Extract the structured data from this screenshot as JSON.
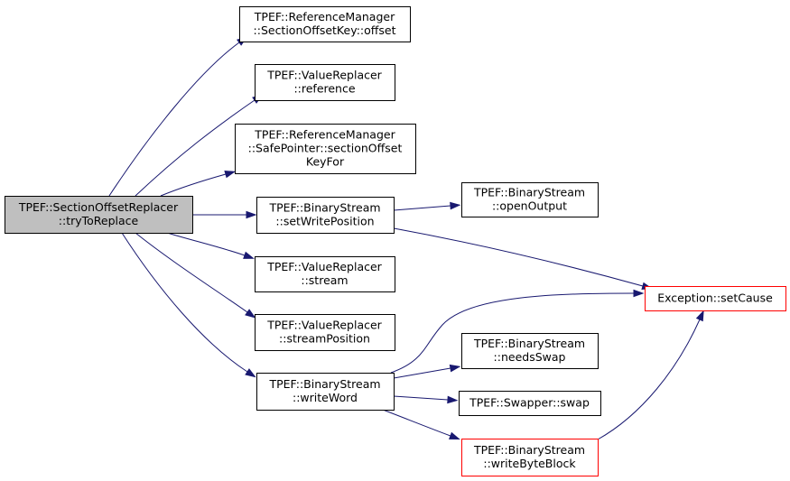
{
  "graph": {
    "colors": {
      "root_fill": "#bfbfbf",
      "node_fill": "#ffffff",
      "node_border": "#000000",
      "highlight_border": "#ff0000",
      "edge": "#191970"
    },
    "nodes": [
      {
        "id": "root",
        "kind": "root",
        "lines": [
          "TPEF::SectionOffsetReplacer",
          "::tryToReplace"
        ]
      },
      {
        "id": "offset",
        "kind": "normal",
        "lines": [
          "TPEF::ReferenceManager",
          "::SectionOffsetKey::offset"
        ]
      },
      {
        "id": "reference",
        "kind": "normal",
        "lines": [
          "TPEF::ValueReplacer",
          "::reference"
        ]
      },
      {
        "id": "sectionOffsetKeyFor",
        "kind": "normal",
        "lines": [
          "TPEF::ReferenceManager",
          "::SafePointer::sectionOffset",
          "KeyFor"
        ]
      },
      {
        "id": "setWritePosition",
        "kind": "normal",
        "lines": [
          "TPEF::BinaryStream",
          "::setWritePosition"
        ]
      },
      {
        "id": "stream",
        "kind": "normal",
        "lines": [
          "TPEF::ValueReplacer",
          "::stream"
        ]
      },
      {
        "id": "streamPosition",
        "kind": "normal",
        "lines": [
          "TPEF::ValueReplacer",
          "::streamPosition"
        ]
      },
      {
        "id": "writeWord",
        "kind": "normal",
        "lines": [
          "TPEF::BinaryStream",
          "::writeWord"
        ]
      },
      {
        "id": "openOutput",
        "kind": "normal",
        "lines": [
          "TPEF::BinaryStream",
          "::openOutput"
        ]
      },
      {
        "id": "setCause",
        "kind": "highlight",
        "lines": [
          "Exception::setCause"
        ]
      },
      {
        "id": "needsSwap",
        "kind": "normal",
        "lines": [
          "TPEF::BinaryStream",
          "::needsSwap"
        ]
      },
      {
        "id": "swap",
        "kind": "normal",
        "lines": [
          "TPEF::Swapper::swap"
        ]
      },
      {
        "id": "writeByteBlock",
        "kind": "highlight",
        "lines": [
          "TPEF::BinaryStream",
          "::writeByteBlock"
        ]
      }
    ],
    "edges": [
      {
        "from": "root",
        "to": "offset"
      },
      {
        "from": "root",
        "to": "reference"
      },
      {
        "from": "root",
        "to": "sectionOffsetKeyFor"
      },
      {
        "from": "root",
        "to": "setWritePosition"
      },
      {
        "from": "root",
        "to": "stream"
      },
      {
        "from": "root",
        "to": "streamPosition"
      },
      {
        "from": "root",
        "to": "writeWord"
      },
      {
        "from": "setWritePosition",
        "to": "openOutput"
      },
      {
        "from": "setWritePosition",
        "to": "setCause"
      },
      {
        "from": "writeWord",
        "to": "setCause"
      },
      {
        "from": "writeWord",
        "to": "needsSwap"
      },
      {
        "from": "writeWord",
        "to": "swap"
      },
      {
        "from": "writeWord",
        "to": "writeByteBlock"
      },
      {
        "from": "writeByteBlock",
        "to": "setCause"
      }
    ]
  }
}
